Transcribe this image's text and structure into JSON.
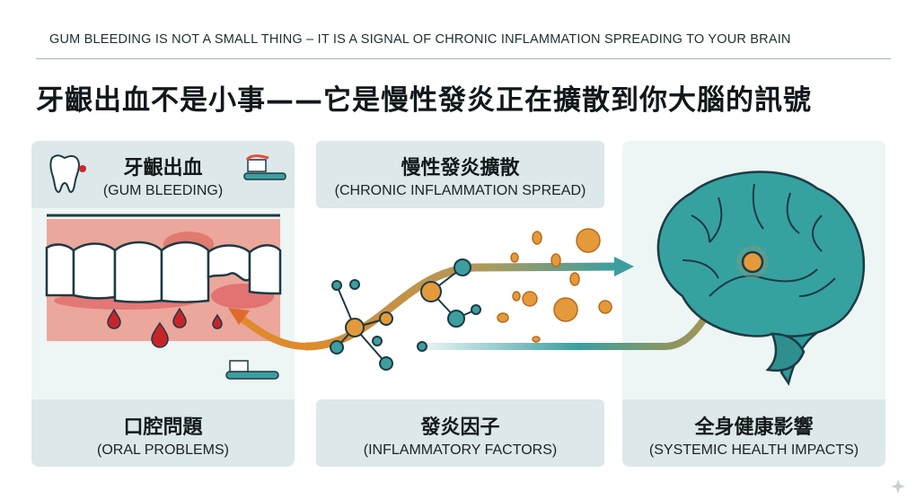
{
  "subtitle": "GUM BLEEDING IS NOT A SMALL THING – IT IS A SIGNAL OF CHRONIC INFLAMMATION SPREADING TO YOUR BRAIN",
  "title": "牙齦出血不是小事——它是慢性發炎正在擴散到你大腦的訊號",
  "panels": {
    "gum": {
      "zh": "牙齦出血",
      "en": "(GUM BLEEDING)"
    },
    "spread": {
      "zh": "慢性發炎擴散",
      "en": "(CHRONIC INFLAMMATION SPREAD)"
    },
    "oral": {
      "zh": "口腔問題",
      "en": "(ORAL PROBLEMS)"
    },
    "factors": {
      "zh": "發炎因子",
      "en": "(INFLAMMATORY FACTORS)"
    },
    "systemic": {
      "zh": "全身健康影響",
      "en": "(SYSTEMIC HEALTH IMPACTS)"
    }
  },
  "colors": {
    "teal": "#2f9a9a",
    "orange": "#e49a3a",
    "gum": "#eba79b",
    "blood": "#d0282c",
    "band": "#dce8e9"
  }
}
